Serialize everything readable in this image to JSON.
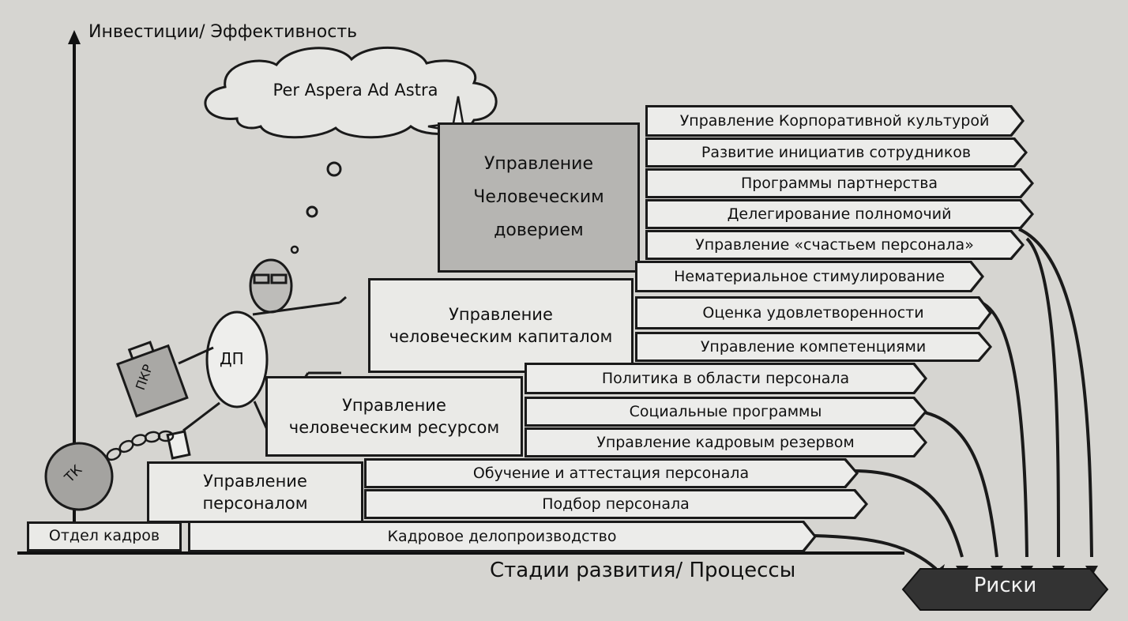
{
  "axes": {
    "y_label": "Инвестиции/ Эффективность",
    "x_label": "Стадии развития/ Процессы"
  },
  "cloud": {
    "text": "Per Aspera Ad Astra"
  },
  "figure": {
    "body_label": "ДП",
    "briefcase_label": "ПКР",
    "ball_label": "ТК"
  },
  "stairs": {
    "s0": "Отдел кадров",
    "s1": "Управление персоналом",
    "s2": "Управление человеческим ресурсом",
    "s3": "Управление человеческим капиталом",
    "s4": "Управление Человеческим доверием"
  },
  "processes": {
    "p1": "Кадровое делопроизводство",
    "p2": "Подбор персонала",
    "p3": "Обучение и аттестация персонала",
    "p4": "Управление кадровым резервом",
    "p5": "Социальные программы",
    "p6": "Политика в области персонала",
    "p7": "Управление компетенциями",
    "p8": "Оценка удовлетворенности",
    "p9": "Нематериальное стимулирование",
    "p10": "Управление «счастьем персонала»",
    "p11": "Делегирование полномочий",
    "p12": "Программы партнерства",
    "p13": "Развитие инициатив сотрудников",
    "p14": "Управление Корпоративной культурой"
  },
  "risks": {
    "label": "Риски"
  }
}
